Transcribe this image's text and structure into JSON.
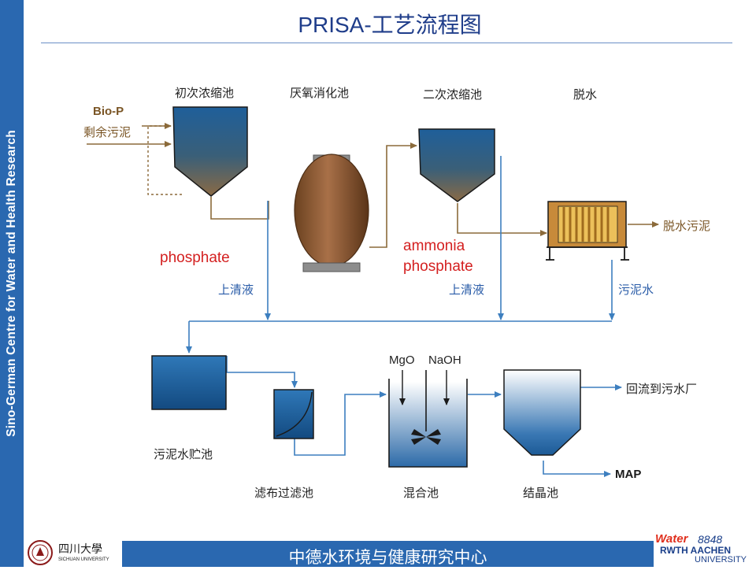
{
  "header": {
    "title": "PRISA-工艺流程图"
  },
  "sidebar": {
    "text": "Sino-German Centre for Water and Health Research"
  },
  "labels": {
    "primary_thickener": "初次浓缩池",
    "anaerobic_digester": "厌氧消化池",
    "secondary_thickener": "二次浓缩池",
    "dewatering": "脱水",
    "bio_p": "Bio-P",
    "excess_sludge": "剩余污泥",
    "dewatered_sludge": "脱水污泥",
    "supernatant_1": "上清液",
    "supernatant_2": "上清液",
    "sludge_water": "污泥水",
    "sludge_water_tank": "污泥水贮池",
    "cloth_filter": "滤布过滤池",
    "mixing_tank": "混合池",
    "crystallizer": "结晶池",
    "return_to_wwtp": "回流到污水厂",
    "map": "MAP",
    "mgo": "MgO",
    "naoh": "NaOH"
  },
  "annotations": {
    "phosphate_1": "phosphate",
    "ammonia": "ammonia",
    "phosphate_2": "phosphate"
  },
  "footer": {
    "text": "中德水环境与健康研究中心",
    "left_logo_text": "四川大學",
    "left_logo_sub": "SICHUAN UNIVERSITY",
    "right_logo_water": "Water",
    "right_logo_num": "8848",
    "right_logo_rwth": "RWTH AACHEN",
    "right_logo_univ": "UNIVERSITY"
  },
  "colors": {
    "sidebar": "#2a68b0",
    "water_flow": "#3d7fbf",
    "sludge_flow": "#8b6a3a",
    "tank_blue": "#1f5f9a",
    "annotation_red": "#d42020"
  }
}
